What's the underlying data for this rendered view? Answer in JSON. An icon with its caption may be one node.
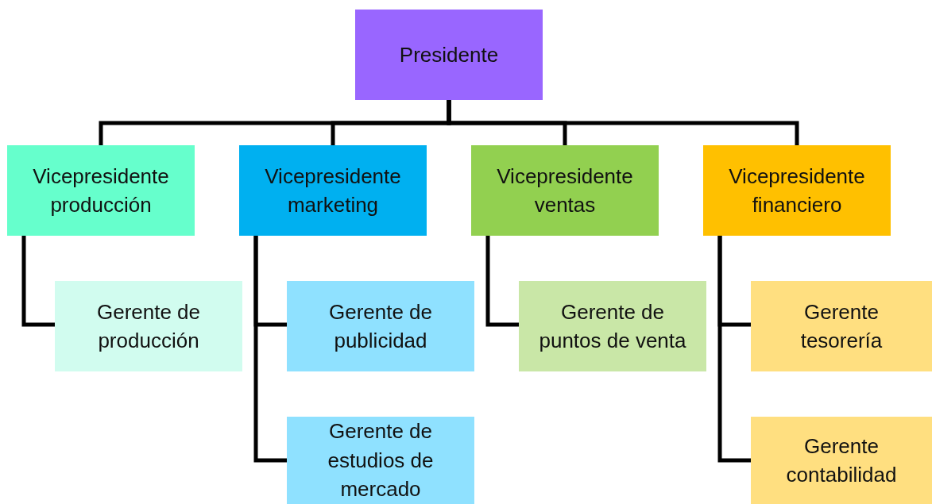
{
  "diagram": {
    "nodes": [
      {
        "text": [
          "Presidente"
        ]
      },
      {
        "text": [
          "Vicepresidente producción"
        ]
      },
      {
        "text": [
          "Vicepresidente marketing"
        ]
      },
      {
        "text": [
          "Vicepresidente ventas"
        ]
      },
      {
        "text": [
          "Vicepresidente financiero"
        ]
      },
      {
        "text": [
          "Gerente de producción"
        ]
      },
      {
        "text": [
          "Gerente de publicidad"
        ]
      },
      {
        "text": [
          "Gerente de estudios de mercado"
        ]
      },
      {
        "text": [
          "Gerente de puntos de venta"
        ]
      },
      {
        "text": [
          "Gerente tesorería"
        ]
      },
      {
        "text": [
          "Gerente contabilidad"
        ]
      }
    ],
    "edges": [
      {
        "from": 0,
        "to": 1,
        "arrow": "none"
      },
      {
        "from": 0,
        "to": 2,
        "arrow": "none"
      },
      {
        "from": 0,
        "to": 3,
        "arrow": "none"
      },
      {
        "from": 0,
        "to": 4,
        "arrow": "none"
      },
      {
        "from": 1,
        "to": 5,
        "arrow": "none"
      },
      {
        "from": 2,
        "to": 6,
        "arrow": "none"
      },
      {
        "from": 2,
        "to": 7,
        "arrow": "none"
      },
      {
        "from": 3,
        "to": 8,
        "arrow": "none"
      },
      {
        "from": 4,
        "to": 9,
        "arrow": "none"
      },
      {
        "from": 4,
        "to": 10,
        "arrow": "none"
      }
    ]
  }
}
